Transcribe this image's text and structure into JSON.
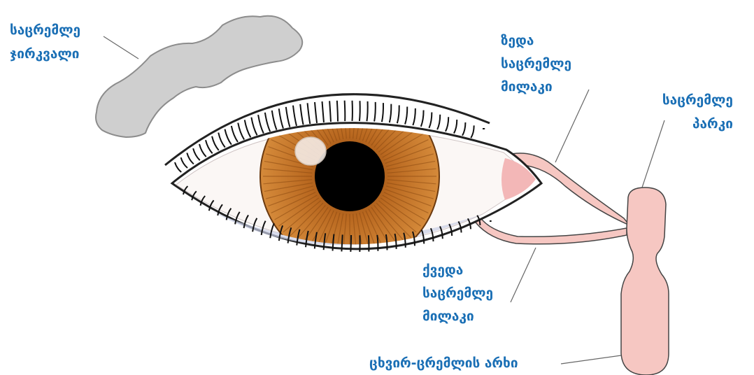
{
  "labels": {
    "lacrimal_gland": [
      "საცრემლე",
      "ჯირკვალი"
    ],
    "upper_canaliculus": [
      "ზედა",
      "საცრემლე",
      "მილაკი"
    ],
    "lacrimal_sac": [
      "საცრემლე",
      "პარკი"
    ],
    "lower_canaliculus": [
      "ქვედა",
      "საცრემლე",
      "მილაკი"
    ],
    "nasolacrimal_duct": "ცხვირ-ცრემლის არხი"
  },
  "colors": {
    "label": "#1a6fb5",
    "iris": "#c8762a",
    "iris_dark": "#8a4a12",
    "pupil": "#000000",
    "gland": "#cfcfcf",
    "duct": "#f6c7c2",
    "outline": "#222222",
    "leader_line": "#666666"
  }
}
